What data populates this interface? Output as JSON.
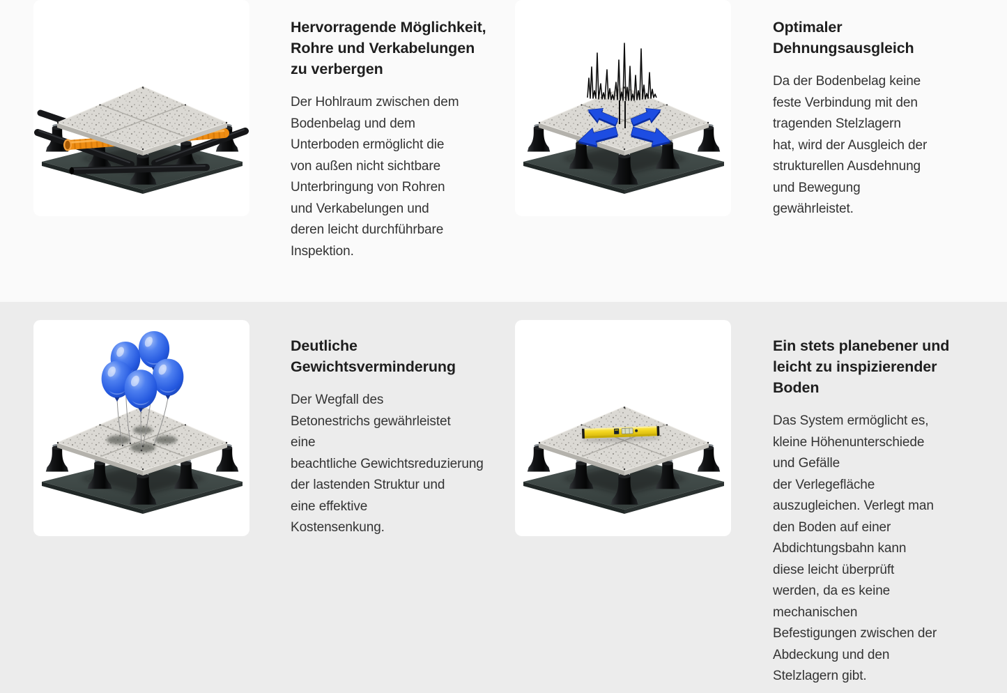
{
  "page": {
    "language": "de",
    "theme": "product-feature-grid"
  },
  "colors": {
    "band_top_bg": "#fafafa",
    "band_bottom_bg": "#ececec",
    "card_bg": "#ffffff",
    "title_text": "#1e1e1e",
    "body_text": "#333333",
    "arrow_blue": "#1d4de2",
    "balloon_blue": "#2458df",
    "pipe_orange": "#ee8c12",
    "level_yellow": "#f2d51e",
    "base_slate": "#3d4745",
    "tile_light": "#dbd9d4"
  },
  "sections": [
    {
      "background": "#fafafa",
      "features": [
        {
          "illustration": "raised-floor-with-hidden-pipes",
          "title": "Hervorragende Möglichkeit,\nRohre und Verkabelungen\nzu verbergen",
          "body": "Der Hohlraum zwischen dem\nBodenbelag und dem\nUnterboden ermöglicht die\nvon außen nicht sichtbare\nUnterbringung von Rohren\nund Verkabelungen und\nderen leicht durchführbare\nInspektion."
        },
        {
          "illustration": "raised-floor-expansion-arrows",
          "title": "Optimaler\nDehnungsausgleich",
          "body": "Da der Bodenbelag keine\nfeste Verbindung mit den\ntragenden Stelzlagern\nhat, wird der Ausgleich der\nstrukturellen Ausdehnung\nund Bewegung\ngewährleistet."
        }
      ]
    },
    {
      "background": "#ececec",
      "features": [
        {
          "illustration": "raised-floor-with-balloons",
          "title": "Deutliche\nGewichtsverminderung",
          "body": "Der Wegfall des\nBetonestrichs gewährleistet\neine\nbeachtliche Gewichtsreduzierung\nder lastenden Struktur und\neine effektive\nKostensenkung."
        },
        {
          "illustration": "raised-floor-with-spirit-level",
          "title": "Ein stets planebener und\nleicht zu inspizierender\nBoden",
          "body": "Das System ermöglicht es,\nkleine Höhenunterschiede\nund Gefälle\nder Verlegefläche\nauszugleichen. Verlegt man\nden Boden auf einer\nAbdichtungsbahn kann\ndiese leicht überprüft\nwerden, da es keine\nmechanischen\nBefestigungen zwischen der\nAbdeckung und den\nStelzlagern gibt."
        }
      ]
    }
  ]
}
